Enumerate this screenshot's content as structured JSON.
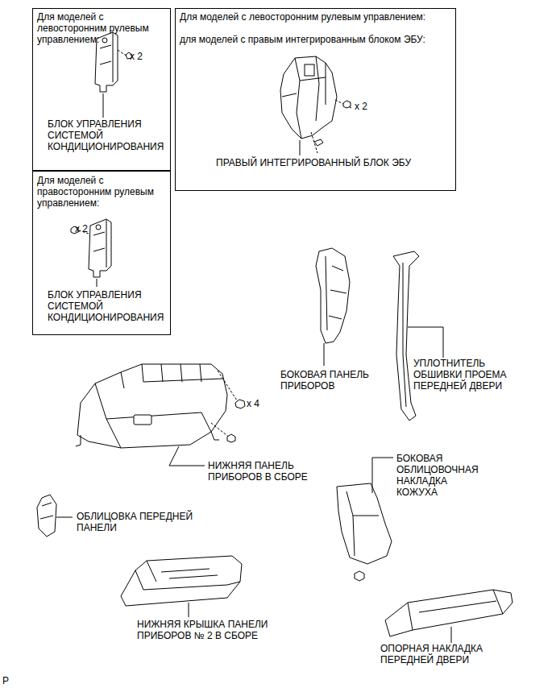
{
  "diagram": {
    "nodes": [
      {
        "text": [
          "Для моделей с левосторонним рулевым управлением:",
          "x 2",
          "БЛОК УПРАВЛЕНИЯ СИСТЕМОЙ КОНДИЦИОНИРОВАНИЯ"
        ]
      },
      {
        "text": [
          "Для моделей с левосторонним рулевым управлением:",
          "для моделей с правым интегрированным блоком ЭБУ:",
          "x 2",
          "ПРАВЫЙ ИНТЕГРИРОВАННЫЙ БЛОК ЭБУ"
        ]
      },
      {
        "text": [
          "Для моделей с правосторонним рулевым управлением:",
          "x 2",
          "БЛОК УПРАВЛЕНИЯ СИСТЕМОЙ КОНДИЦИОНИРОВАНИЯ"
        ]
      }
    ],
    "labels": [
      "БОКОВАЯ ПАНЕЛЬ ПРИБОРОВ",
      "УПЛОТНИТЕЛЬ ОБШИВКИ ПРОЕМА ПЕРЕДНЕЙ ДВЕРИ",
      "x 4",
      "НИЖНЯЯ ПАНЕЛЬ ПРИБОРОВ В СБОРЕ",
      "БОКОВАЯ ОБЛИЦОВОЧНАЯ НАКЛАДКА КОЖУХА",
      "ОБЛИЦОВКА ПЕРЕДНЕЙ ПАНЕЛИ",
      "НИЖНЯЯ КРЫШКА ПАНЕЛИ ПРИБОРОВ № 2 В СБОРЕ",
      "ОПОРНАЯ НАКЛАДКА ПЕРЕДНЕЙ ДВЕРИ",
      "P"
    ]
  }
}
